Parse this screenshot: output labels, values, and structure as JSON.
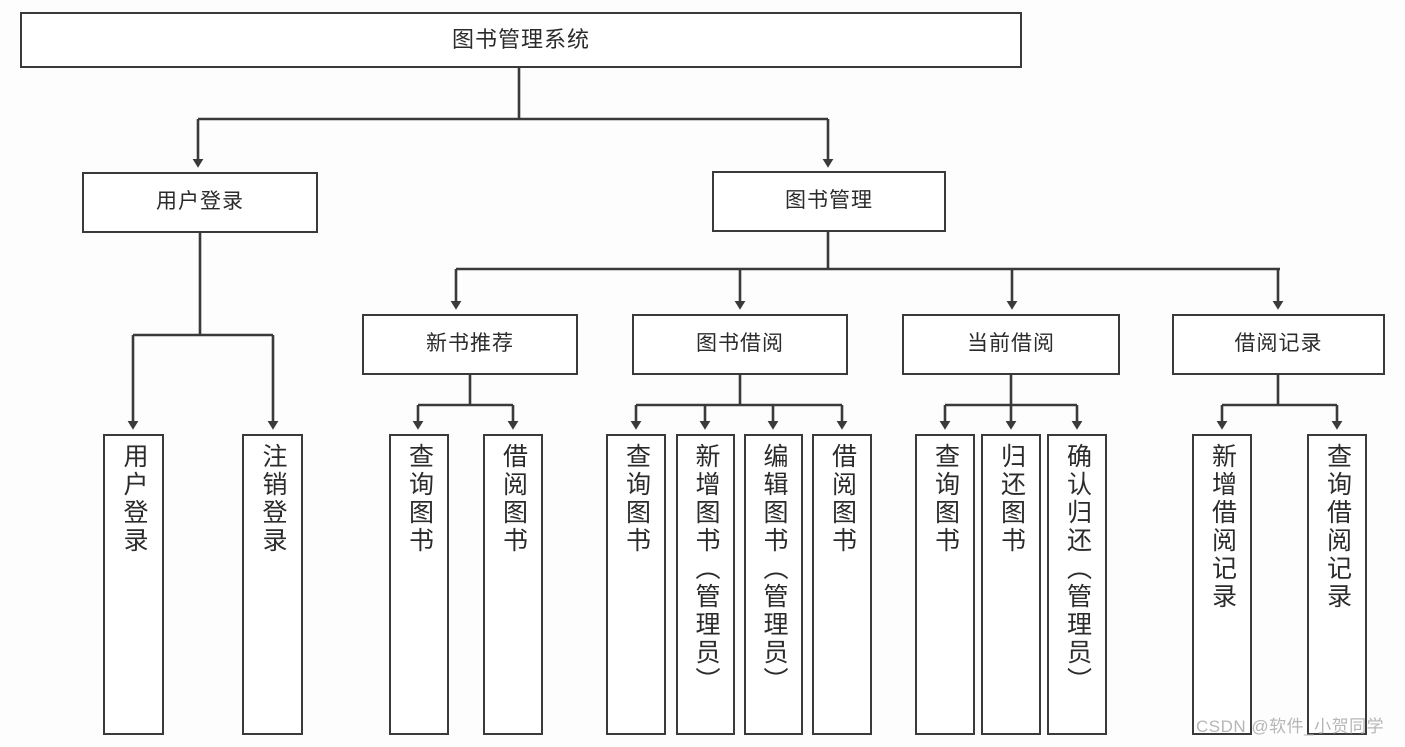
{
  "diagram": {
    "title": "图书管理系统",
    "type": "tree",
    "background_color": "#fdfdfd",
    "box_border_color": "#3a3a3a",
    "box_fill_color": "#ffffff",
    "text_color": "#2b2b2b",
    "watermark": "CSDN @软件_小贺同学"
  },
  "nodes": {
    "root": {
      "label": "图书管理系统"
    },
    "level1": [
      {
        "label": "用户登录"
      },
      {
        "label": "图书管理"
      }
    ],
    "level2": [
      {
        "label": "新书推荐"
      },
      {
        "label": "图书借阅"
      },
      {
        "label": "当前借阅"
      },
      {
        "label": "借阅记录"
      }
    ],
    "leaves": {
      "user_login": [
        {
          "label": "用户登录"
        },
        {
          "label": "注销登录"
        }
      ],
      "new_book_recommend": [
        {
          "label": "查询图书"
        },
        {
          "label": "借阅图书"
        }
      ],
      "book_borrow": [
        {
          "label": "查询图书"
        },
        {
          "label": "新增图书（管理员）"
        },
        {
          "label": "编辑图书（管理员）"
        },
        {
          "label": "借阅图书"
        }
      ],
      "current_borrow": [
        {
          "label": "查询图书"
        },
        {
          "label": "归还图书"
        },
        {
          "label": "确认归还（管理员）"
        }
      ],
      "borrow_record": [
        {
          "label": "新增借阅记录"
        },
        {
          "label": "查询借阅记录"
        }
      ]
    }
  }
}
